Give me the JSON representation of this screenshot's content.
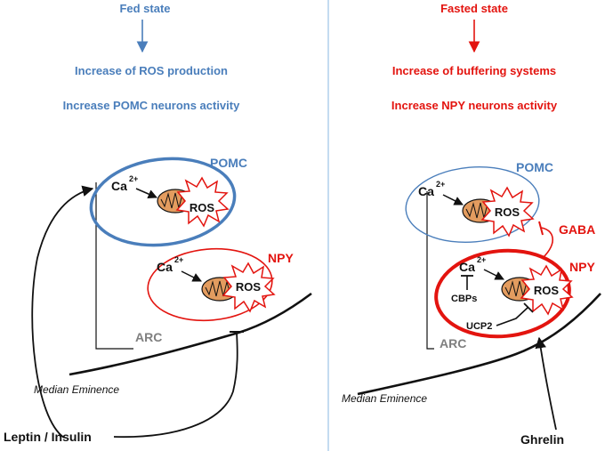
{
  "fed": {
    "state": "Fed state",
    "line1": "Increase of ROS production",
    "line2": "Increase POMC neurons  activity",
    "pomc": "POMC",
    "npy": "NPY",
    "ca": "Ca",
    "charge": "2+",
    "ros": "ROS",
    "arc": "ARC",
    "median": "Median Eminence",
    "hormone": "Leptin / Insulin"
  },
  "fasted": {
    "state": "Fasted state",
    "line1": "Increase of buffering systems",
    "line2": "Increase NPY neurons activity",
    "pomc": "POMC",
    "npy": "NPY",
    "gaba": "GABA",
    "ca": "Ca",
    "charge": "2+",
    "ros": "ROS",
    "cbps": "CBPs",
    "ucp2": "UCP2",
    "arc": "ARC",
    "median": "Median Eminence",
    "hormone": "Ghrelin"
  },
  "colors": {
    "blue": "#4a7ebb",
    "red": "#e3140f",
    "mito": "#e39c5f",
    "divider": "#9dc3e6"
  }
}
